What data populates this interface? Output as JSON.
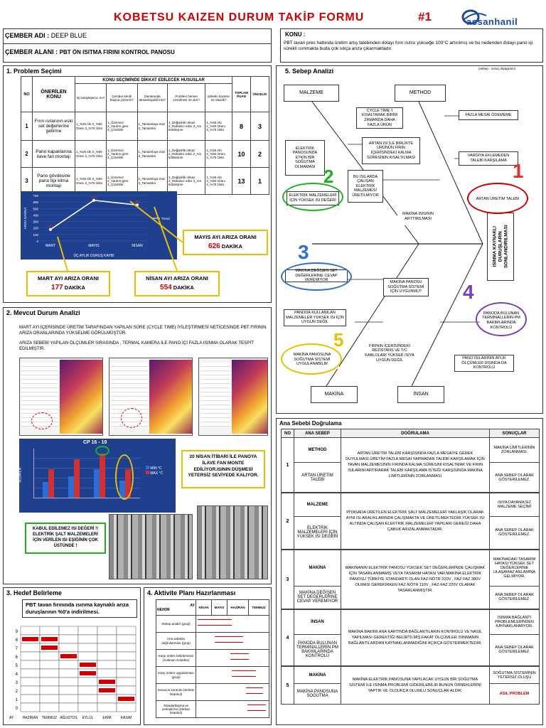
{
  "header": {
    "title": "KOBETSU KAIZEN DURUM TAKİP FORMU",
    "number": "#1",
    "logo_text": "assanhanil"
  },
  "team": {
    "name_label": "ÇEMBER ADI :",
    "name_value": "DEEP BLUE",
    "area_label": "ÇEMBER ALANI :",
    "area_value": "PBT ÖN ISITMA FIRINI KONTROL PANOSU"
  },
  "konu": {
    "label": "KONU :",
    "text": "PBT tavan pres hattında üretim artış talebinden dolayı fırın ısıtısı yükseğe 100°C artırılmış ve bu nedenden dolayı pano içi sürekli ısınmakta buda çok sıkça arıza çıkarmaktadır."
  },
  "problem_selection": {
    "title": "1. Problem Seçimi",
    "col_no": "NO",
    "col_topic": "ÖNERİLEN KONU",
    "group_header": "KONU SEÇİMİNDE DİKKAT EDİLECEK HUSUSLAR",
    "criteria": [
      "İşi kolaylaştırıcı mı?",
      "Çember kendi başına çözermi?",
      "Zamanında tamamlayabil irmi?",
      "Problem hemen çözülmesi ne olur?",
      "Şirketin kazancı ne olacak?"
    ],
    "col_total": "TOPLAM PUAN",
    "col_priority": "ÖNCELİK",
    "rows": [
      {
        "no": "1",
        "topic": "Fırın ısılarının eski set değerlerine getirme",
        "c1": "1_%25 Altı 2_%50 Oranı 3_%75 Üstü",
        "c2": "1_Üzermez 2_Yardım gere 3_Çözebilir",
        "c3": "1_Tamamlaya maz 3_Tamamlar",
        "c4": "1_Değişiklik olmaz 2_Rahatsız edici 3_Ani kötüleşme",
        "c5": "1_%25 Altı 2_%50 Oranı 3_%75 Üstü",
        "total": "8",
        "priority": "3"
      },
      {
        "no": "2",
        "topic": "Pano kapaklarına ilave fan montajı",
        "c1": "1_%25 Altı 2_%50 Oranı 3_%75 Üstü",
        "c2": "1_Üzermez 2_Yardım gere 3_Çözebilir",
        "c3": "1_Tamamlaya maz 3_Tamamlar",
        "c4": "1_Değişiklik olmaz 2_Rahatsız edici 3_Ani kötüleşme",
        "c5": "1_%25 Altı 2_%50 Oranı 3_%75 Üstü",
        "total": "10",
        "priority": "2"
      },
      {
        "no": "3",
        "topic": "Pano gövdesine pano tipi klima montajı",
        "c1": "1_%25 Altı 2_%50 Oranı 3_%75 Üstü",
        "c2": "1_Üzermez 2_Yardım gere 3_Çözebilir",
        "c3": "1_Tamamlaya maz 3_Tamamlar",
        "c4": "1_Değişiklik olmaz 2_Rahatsız edici 3_Ani kötüleşme",
        "c5": "1_%25 Altı 2_%50 Oranı 3_%75 Üstü",
        "total": "13",
        "priority": "1"
      }
    ],
    "chart_data": {
      "type": "line",
      "categories": [
        "MART",
        "MAYIS",
        "NİSAN"
      ],
      "series": [
        {
          "name": "Trend",
          "values": [
            177,
            626,
            554
          ]
        }
      ],
      "xlabel": "ÜÇ AYLIK DURUŞ KAYBI",
      "ylabel": "ARIZA DAKİKA",
      "ylim": [
        0,
        700
      ],
      "yticks": [
        "700",
        "600",
        "500",
        "400",
        "300",
        "200",
        "100",
        "0"
      ]
    },
    "callouts": {
      "may_label": "MAYIS AYI ARIZA ORANI",
      "may_value": "626",
      "may_unit": "DAKİKA",
      "march_label": "MART AYI ARIZA ORANI",
      "march_value": "177",
      "march_unit": "DAKİKA",
      "april_label": "NİSAN AYI ARIZA ORANI",
      "april_value": "554",
      "april_unit": "DAKİKA"
    }
  },
  "current_state": {
    "title": "2. Mevcut Durum Analizi",
    "para1": "MART AYI İÇERİSİNDE ÜRETİM TARAFINDAN YAPILAN SÜRE (CYCLE TIME) İYİLEŞTİRMESİ NETİCESİNDE PBT FIRININ ARIZA ORANLARINDA YÜKSELME GÖRÜLMÜŞTÜR.",
    "para2": "ARIZA SEBEBİ YAPILAN ÖLÇÜMLER SIRASINDA , TERMAL KAMERA İLE PANO İÇİ FAZLA ISINMA OLARAK TESPİT EDİLMİŞTİR.",
    "bar_chart": {
      "title": "CP 16 - 19",
      "ylabel": "SICAKLIK",
      "legend": [
        "MIN °C",
        "MAX °C"
      ]
    },
    "callout_fan": "20 NİSAN İTİBARİ İLE PANOYA İLAVE FAN MONTE EDİLİYOR.ISININ DÜŞMESİ YETERSİZ SEVİYEDE KALIYOR.",
    "callout_limit": "KABUL EDİLEMEZ ISI DEĞERİ !! ELEKTRİK ŞALT MALZEMELERİ İÇİN VERİLEN ISI EŞİĞİNİN ÇOK ÜSTÜNDE !"
  },
  "goal": {
    "title": "3. Hedef Belirleme",
    "text": "PBT tavan fırınında ısınma kaynaklı arıza duruşlarının %0'a indirilmesi.",
    "months": [
      "HAZİRAN",
      "TEMMUZ",
      "AĞUSTOS",
      "EYLÜL",
      "EKİM",
      "KASIM"
    ],
    "levels": [
      "9",
      "8",
      "7",
      "6",
      "5",
      "4",
      "3",
      "2",
      "1",
      "0"
    ],
    "bottom_label": "AY"
  },
  "plan": {
    "title": "4. Aktivite Planı Hazırlanması",
    "corner_top": "AY",
    "corner_bottom": "NE/KİM",
    "months": [
      "NİSAN",
      "MAYIS",
      "HAZİRAN",
      "TEMMUZ"
    ],
    "tasks": [
      "Sebep analizi (grup)",
      "Ana sebebin doğrulanması (grup)",
      "Karşı önlem belirlenmesi (Ardiman Guleden)",
      "Karşı önlem uygulanması (grup)",
      "Sonucun kontrolü (Serkan İstanbul)",
      "Standartlaşma ve yerleştirme (Serkan İstanbul)"
    ]
  },
  "cause_analysis": {
    "title": "5. Sebep Analizi",
    "note": "(sebep - sonuç diyagramı)",
    "categories": {
      "malzeme": "MALZEME",
      "method": "METHOD",
      "makina": "MAKİNA",
      "insan": "İNSAN"
    },
    "effect": "ISINMA KAYNAKLI DURUŞLARIN SONLANDIRILMASI",
    "boxes": {
      "b_cycle": "CYCLE TIME 'I KISALTARAK BİRİM ZAMANDA DAHA FAZLA ÜRÜN",
      "b_fazla_mesai": "FAZLA MESAİ ÖDEMEME",
      "b_elektrik_panosu": "ELEKTRİK PANOSUNDA ETKİN BİR SOĞUTMA OLMAMASI",
      "b_artan_isi": "ARTAN ISI İLE BİRLİKTE ÜRÜNÜN FIRIN İÇERİSİNDEKİ KALMA SÜRESİNİN KISALTILMASI",
      "b_vardiya": "VARDİYA EKLEMEDEN TALEBİ KARŞILAMA",
      "b_bu_isilarda": "BU ISILARDA ÇALIŞAN ELEKTRİK MALZEMESİ ÜRETİLMİYOR",
      "b_elektrik_malz": "ELEKTRİK MALZEMELERİ İÇİN YÜKSEK ISI DEĞERİ",
      "b_artan_uretim": "ARTAN ÜRETİM TALEBİ",
      "b_makina_isi": "MAKİNA ISISININ ARTTIRILMASI",
      "b_set_deger": "MAKİNA DEĞİŞEN SET DEĞERLERİNE CEVAP VEREMİYOR",
      "b_pano_sogutma": "MAKİNA PANOSU SOĞUTMA SİSTEMİ İÇİN UYGUNMU?",
      "b_pano_kullanilan": "PANODA KULLANILAN MALZEMELER YÜKSEK ISI İÇİN UYGUN DEĞİL",
      "b_pm": "PANODA BULUNAN TERMİNALLERİN PM BAKIMLARINDA KONTROLÜ",
      "b_sogutma_uygunsuz": "MAKİNA PANOSUNA SOĞUTMA SİSTEMİ UYGULANABİLİR",
      "b_firinin": "FIRININ İÇERİSİNDEKİ REZİSTANS VE T/C KABLOLARI YÜKSEK ISIYA UYGUN DEĞİL",
      "b_pano_isilari": "PANO ISILARININ AYLIK ÖLÇÜMLER DIŞINDA DA KONTROLÜ"
    },
    "numbers": [
      "1",
      "2",
      "3",
      "4",
      "5"
    ]
  },
  "root_cause": {
    "title": "Ana Sebebi Doğrulama",
    "headers": [
      "NO",
      "ANA SEBEP",
      "DOĞRULAMA",
      "SONUÇLAR"
    ],
    "rows": [
      {
        "no": "1",
        "cat": "METHOD",
        "cause": "ARTAN ÜRETİM TALEBİ",
        "verify": "ARTAN ÜRETİM TALEBİ KARŞISINDA FAZLA MESAİYE GEREK DUYULMASI.ÜRETİM FAZLA MESAİ YAPMADAN TALEBİ KARŞILAMAK İÇİN TAVAN MALZEMESİNİN FIRINDA KALMA SÜRESİNİ KISALTMAK VE FIRIN ISILARINI ARTIRARAK TALEBİ KARŞILAMA İSTEĞİ KARŞISINDA MAKİNA LİMİTLERİNİN ZORLANMASI",
        "result": "MAKİNA LİMİTLERİNİN ZORLANMASI.",
        "result2": "ANA SEBEP OLARAK GÖSTERİLEMEZ."
      },
      {
        "no": "2",
        "cat": "MALZEME",
        "cause": "ELEKTRİK MALZEMELERİ İÇİN YÜKSEK ISI DEĞERİ",
        "verify": "PİYASADA ÜRETİLEN ELEKTRİK ŞALT MALZEMELERİ YAKLAŞIK OLARAK AYNI ISI ARALIKLARINDA ÇALIŞMAKTA VE ÜRETİLMEKTEDİR.YÜKSEK ISI ALTINDA ÇALIŞAN ELEKTRİK MALZEMELERİ YAPILARI GEREĞİ DAHA ÇABUK ARIZALANMAKTADIR.",
        "result": "ISIYA DAYANIKSIZ MALZEME SEÇİMİ",
        "result2": "ANA SEBEP OLARAK GÖSTERİLEMEZ."
      },
      {
        "no": "3",
        "cat": "MAKİNA",
        "cause": "MAKİNA DEĞİŞEN SET DEĞERLERİNE CEVAP VEREMİYOR",
        "verify": "MAKİNANIN ELEKTRİK PANOSU YÜKSEK SET DEĞERLERİNDE ÇALIŞMAK İÇİN TASARLANMAMIŞ VEYA TASARIM HATASI VAR.MAKİNA ELEKTRİK PANOSU TÜRKİYE STANDARTI OLAN FAZ-NÖTR 220V , FAZ-FAZ 380V OLMASI GEREKİRKEN FAZ-NÖTR 110V , FAZ-FAZ 220V OLARAK TASARLANMIŞTIR.",
        "result": "MAKİNADAKİ TASARIM HATASI YÜKSEK SET DEĞERLERİNE ULAŞAMAZ ANLAMINA GELMİYOR.",
        "result2": "ANA SEBEP OLARAK GÖSTERİLEMEZ."
      },
      {
        "no": "4",
        "cat": "İNSAN",
        "cause": "PANODA BULUNAN TERMİNALLERİN PM BAKIMLARINDA KONTROLÜ",
        "verify": "MAKİNA BAKIMI ANA KARTINDA BAĞLANTILARIN KONTROLÜ VE NASIL YAPILMASI GEREKTİĞİ BELİRTİLMİŞ.FAKAT ÖLÇÜMLER ISINMANIN BAĞLANTILARDAN KAYNAKLANMADIĞINI AÇIKÇA GÖSTERMEKTEDİR.",
        "result": "ISINMA BAĞLANTI PROBLEMLERİNDEN KAYNAKLANMIYOR.",
        "result2": "ANA SEBEP OLARAK GÖSTERİLEMEZ."
      },
      {
        "no": "5",
        "cat": "MAKİNA",
        "cause": "MAKİNA PANOSUNA SOĞUTMA",
        "verify": "MAKİNA ELEKTRİK PANOSUNA YAPILACAK UYGUN BİR SOĞUTMA SİSTEMİ İLE ISINMA PROBLEMİ GİDERİLEBİLİR.BUNUN ÖRNEKLERİNİ YAPTIK VE OLDUKÇA OLUMLU SONUÇLAR ALDIK.",
        "result": "SOĞUTMA SİSTEMİNİN YETERSİZ OLUŞU",
        "result2": "ASIL PROBLEM"
      }
    ]
  },
  "colors": {
    "title_red": "#d00000",
    "accent_yellow": "#e8c000",
    "chart_bg": "#1f3f8f",
    "green": "#20b020",
    "blue": "#2a6fd6",
    "purple": "#7a3fc0"
  }
}
